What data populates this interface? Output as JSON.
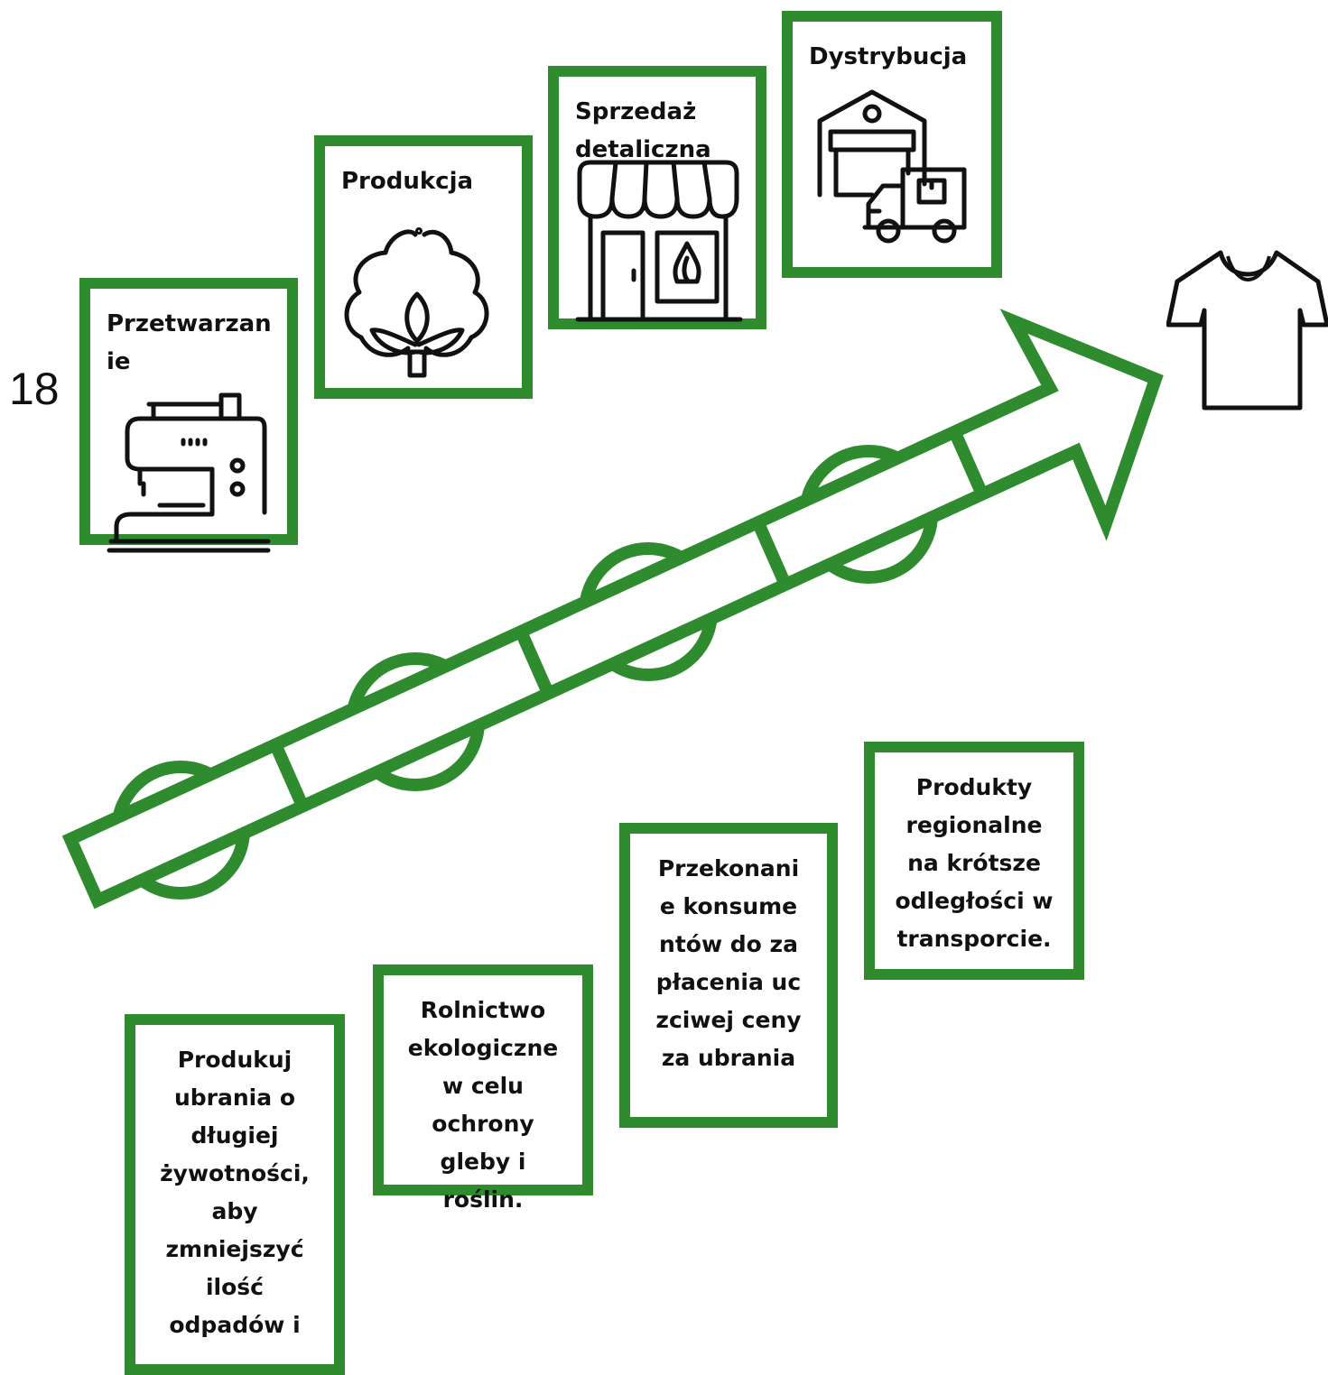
{
  "page_number": "18",
  "accent_color": "#2e8b2e",
  "stages": [
    {
      "id": "processing",
      "title": "Przetwarzanie",
      "icon": "sewing-machine-icon"
    },
    {
      "id": "production",
      "title": "Produkcja",
      "icon": "cotton-plant-icon"
    },
    {
      "id": "retail",
      "title": "Sprzedaż detaliczna",
      "icon": "storefront-icon"
    },
    {
      "id": "distribution",
      "title": "Dystrybucja",
      "icon": "warehouse-truck-icon"
    }
  ],
  "end_icon": "t-shirt-icon",
  "arrow_icon": "growth-arrow-icon",
  "actions": [
    {
      "id": "long-life",
      "text": "Produkuj ubrania o długiej żywotności, aby zmniejszyć ilość odpadów i"
    },
    {
      "id": "organic-farming",
      "text": "Rolnictwo ekologiczne w celu ochrony gleby i roślin."
    },
    {
      "id": "fair-price",
      "text": "Przekonanie konsumentów do zapłacenia uczciwej ceny za ubrania"
    },
    {
      "id": "regional",
      "text": "Produkty regionalne na krótsze odległości w transporcie."
    }
  ]
}
